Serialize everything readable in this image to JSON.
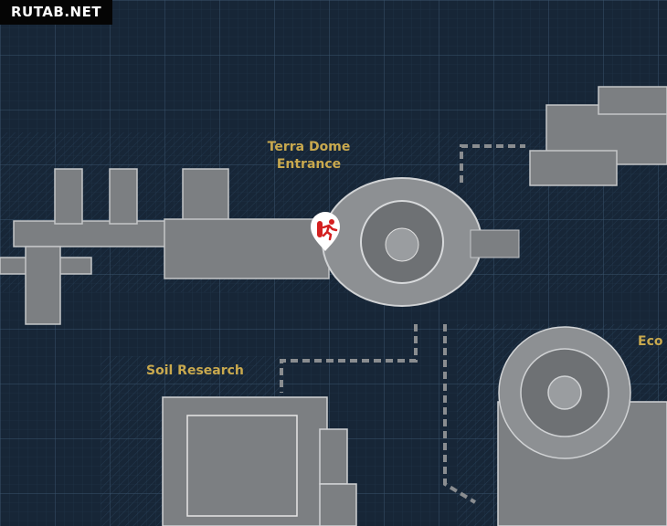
{
  "watermark": "RUTAB.NET",
  "labels": {
    "terra_dome_line1": "Terra Dome",
    "terra_dome_line2": "Entrance",
    "soil_research": "Soil Research",
    "eco": "Eco"
  },
  "marker": {
    "icon": "exit-runner-icon",
    "color": "#d42020"
  },
  "colors": {
    "background": "#172637",
    "grid": "#2c4257",
    "label": "#c9a94e",
    "structure": "#8a8d90"
  }
}
